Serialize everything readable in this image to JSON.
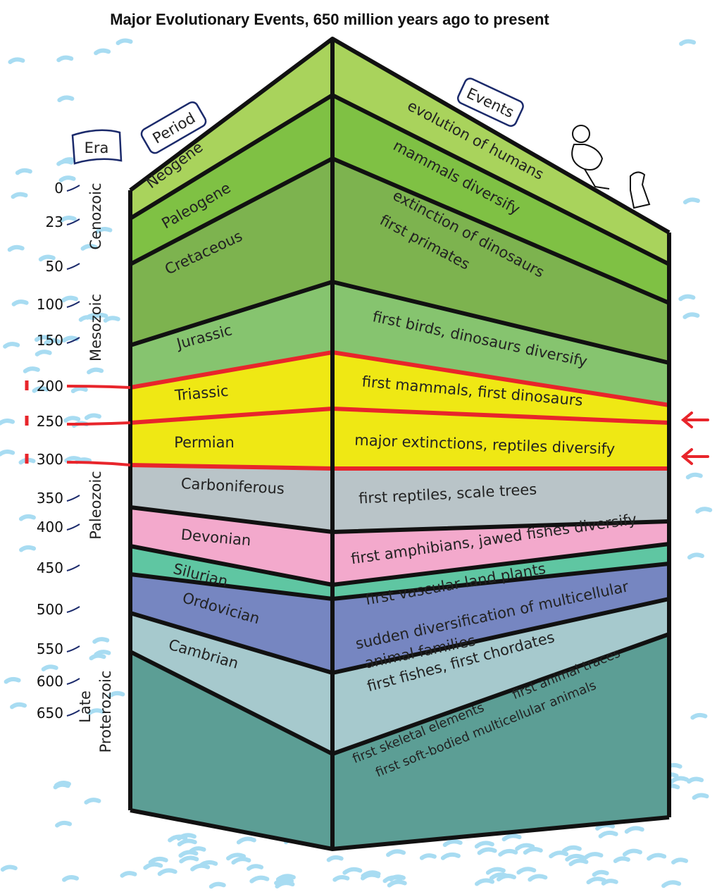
{
  "title": "Major Evolutionary Events, 650 million years ago to present",
  "headers": {
    "era": "Era",
    "period": "Period",
    "events": "Events"
  },
  "scale": [
    "0",
    "23",
    "50",
    "100",
    "150",
    "200",
    "250",
    "300",
    "350",
    "400",
    "450",
    "500",
    "550",
    "600",
    "650"
  ],
  "eras": {
    "cenozoic": "Cenozoic",
    "mesozoic": "Mesozoic",
    "paleozoic": "Paleozoic",
    "late": "Late",
    "proterozoic": "Proterozoic"
  },
  "periods": [
    {
      "name": "Neogene",
      "color": "#a9d35c"
    },
    {
      "name": "Paleogene",
      "color": "#7fc144"
    },
    {
      "name": "Cretaceous",
      "color": "#7db34f"
    },
    {
      "name": "Jurassic",
      "color": "#86c46f"
    },
    {
      "name": "Triassic",
      "color": "#efe814"
    },
    {
      "name": "Permian",
      "color": "#efe814"
    },
    {
      "name": "Carboniferous",
      "color": "#b9c4c8"
    },
    {
      "name": "Devonian",
      "color": "#f3a9cc"
    },
    {
      "name": "Silurian",
      "color": "#5fc6a2"
    },
    {
      "name": "Ordovician",
      "color": "#7686c1"
    },
    {
      "name": "Cambrian",
      "color": "#a6c9cd"
    },
    {
      "name": "",
      "color": "#5c9e95"
    }
  ],
  "events": [
    "evolution of humans",
    "mammals diversify",
    "extinction of dinosaurs",
    "first primates",
    "first birds, dinosaurs diversify",
    "first mammals, first dinosaurs",
    "major extinctions, reptiles diversify",
    "first reptiles, scale trees",
    "first amphibians, jawed fishes diversify",
    "first vascular land plants",
    "sudden diversification of multicellular",
    "animal families",
    "first fishes, first chordates",
    "first skeletal elements",
    "first soft-bodied multicellular animals",
    "first animal traces"
  ],
  "highlight_color": "#e8252b"
}
